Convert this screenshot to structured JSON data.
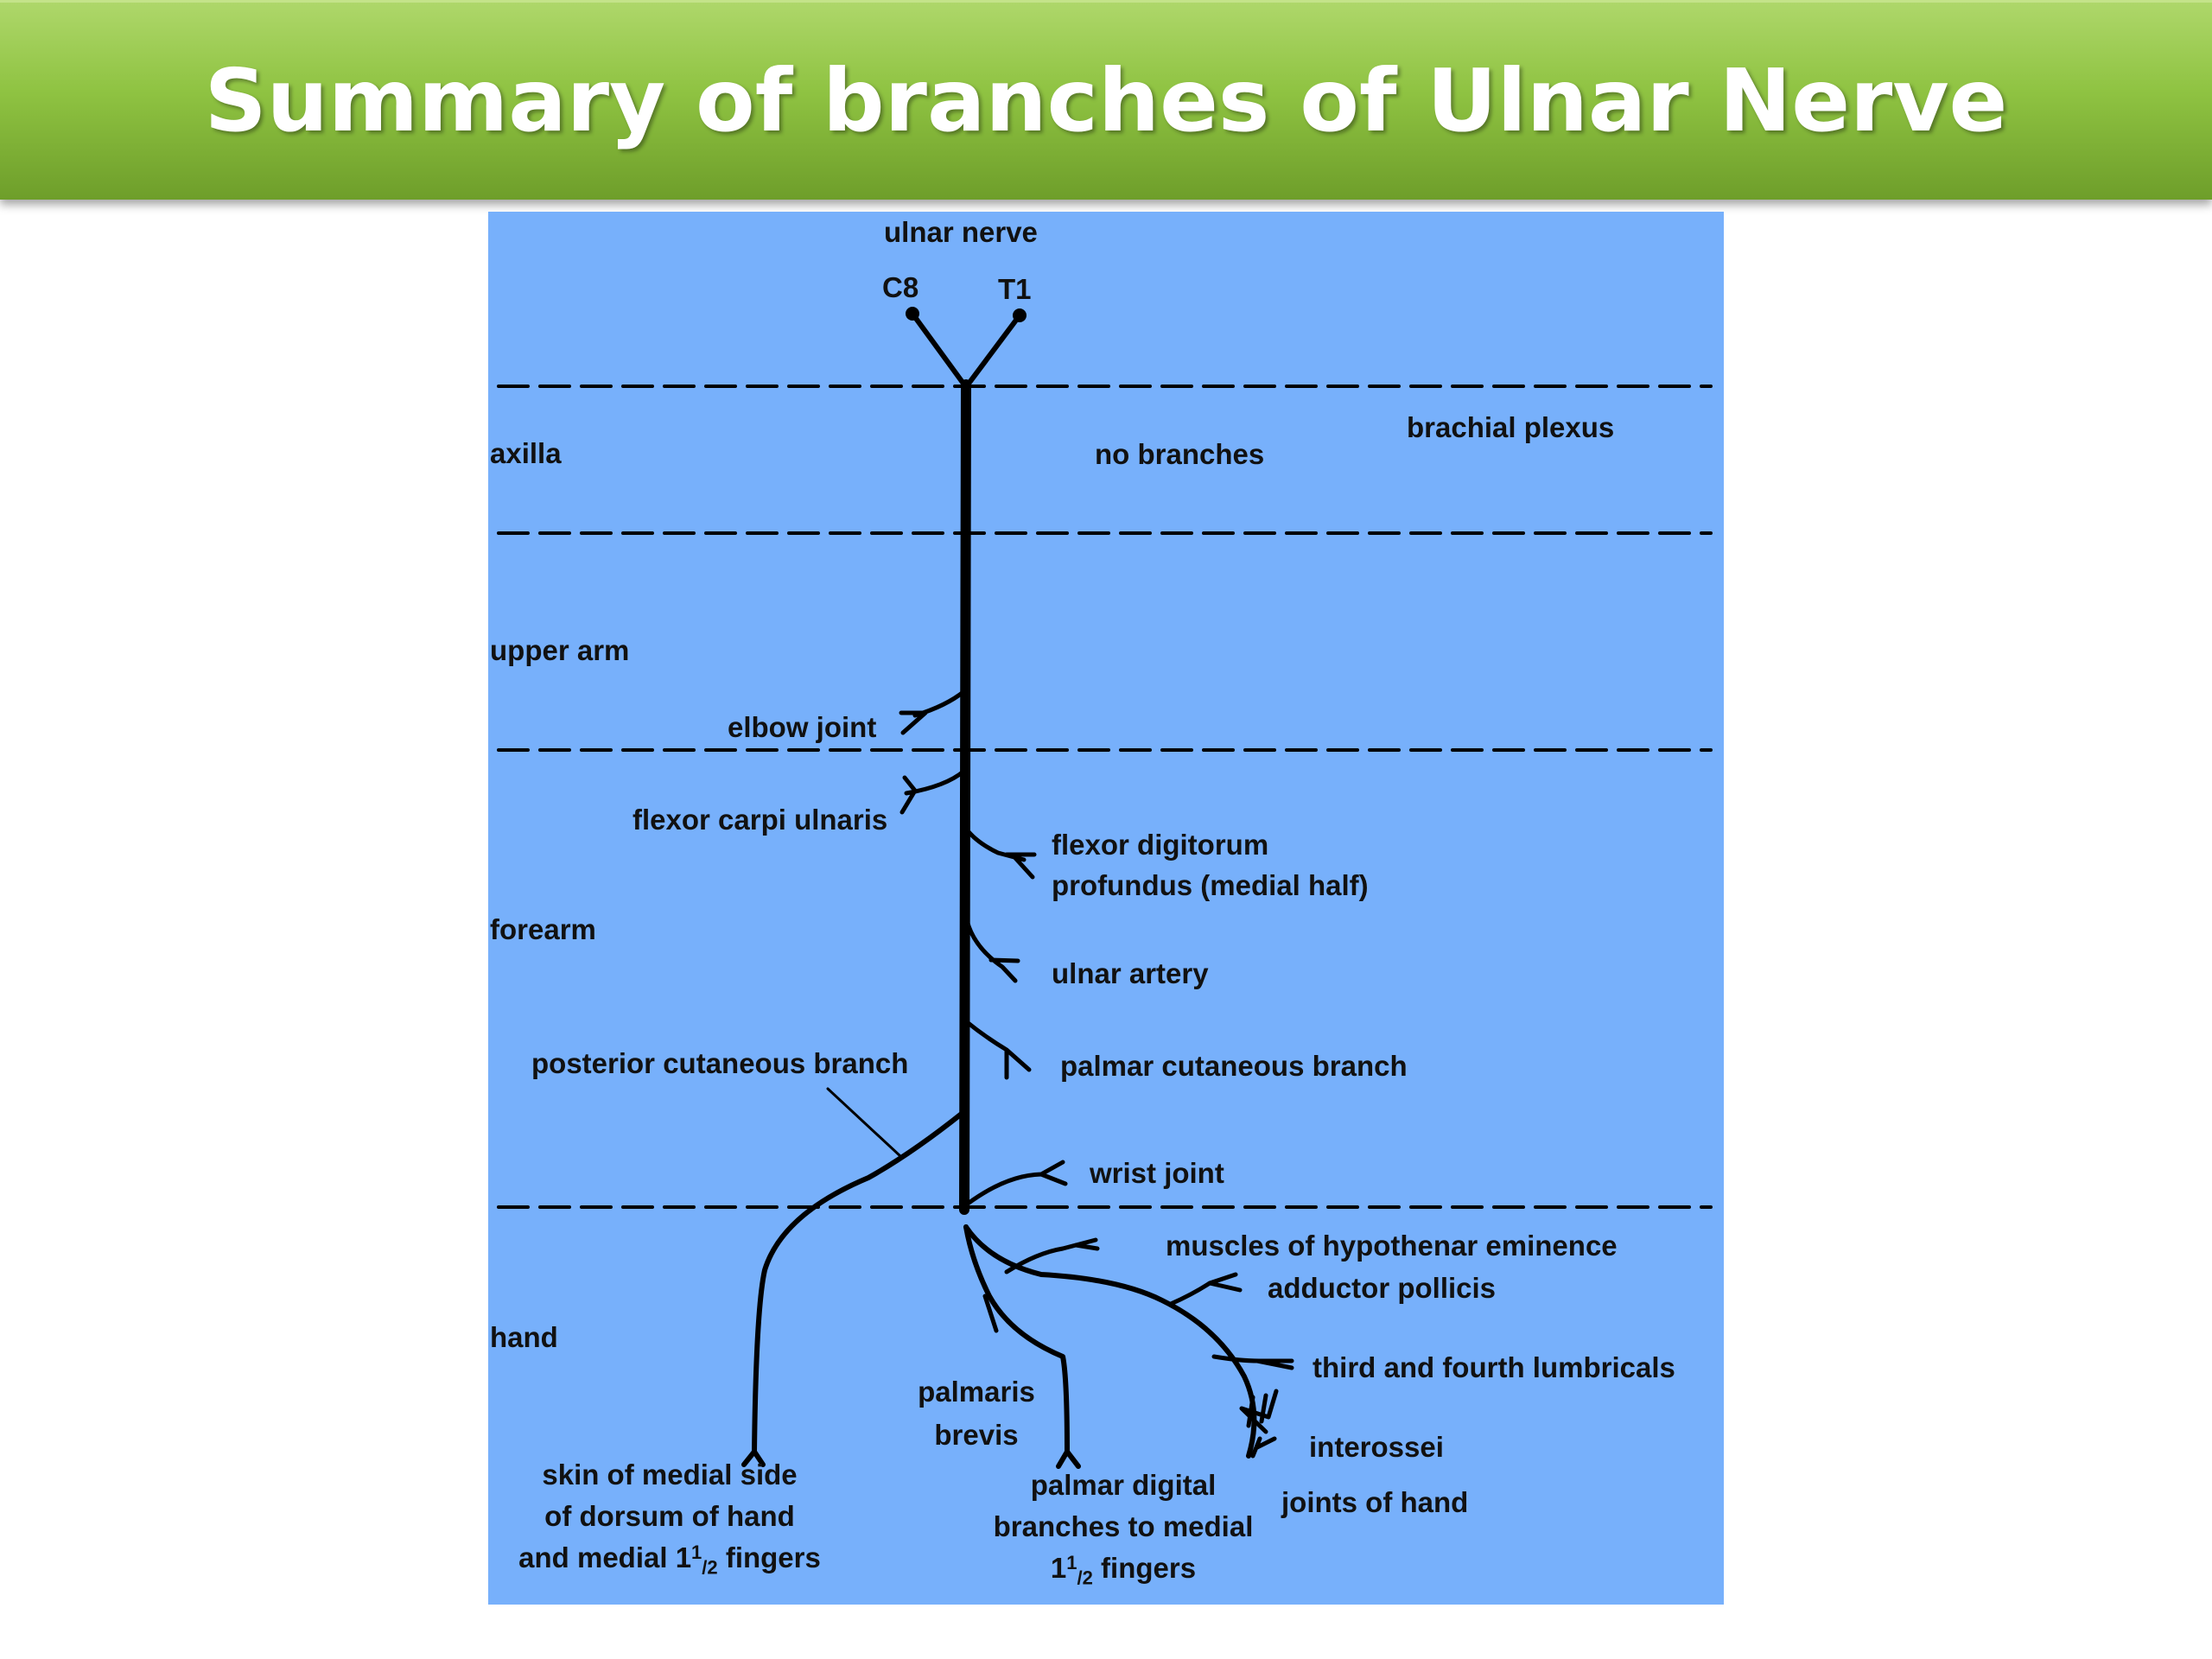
{
  "title": "Summary of branches of Ulnar Nerve",
  "diagram": {
    "nerve_label": "ulnar nerve",
    "roots": [
      "C8",
      "T1"
    ],
    "regions": [
      "axilla",
      "upper arm",
      "forearm",
      "hand"
    ],
    "branches": {
      "brachial_plexus": "brachial plexus",
      "no_branches": "no branches",
      "elbow_joint": "elbow joint",
      "flexor_carpi_ulnaris": "flexor carpi ulnaris",
      "fdp_line1": "flexor digitorum",
      "fdp_line2": "profundus (medial half)",
      "ulnar_artery": "ulnar artery",
      "posterior_cutaneous": "posterior cutaneous branch",
      "palmar_cutaneous": "palmar cutaneous branch",
      "wrist_joint": "wrist joint",
      "hypothenar": "muscles of hypothenar eminence",
      "adductor_pollicis": "adductor pollicis",
      "lumbricals": "third and fourth lumbricals",
      "interossei": "interossei",
      "joints_of_hand": "joints of hand",
      "palmaris_line1": "palmaris",
      "palmaris_line2": "brevis",
      "skin_line1": "skin of medial side",
      "skin_line2": "of dorsum of hand",
      "skin_line3_prefix": "and medial 1",
      "skin_line3_sup": "1",
      "skin_line3_sub": "/2",
      "skin_line3_suffix": " fingers",
      "digital_line1": "palmar digital",
      "digital_line2": "branches to medial",
      "digital_line3_prefix": "1",
      "digital_line3_sup": "1",
      "digital_line3_sub": "/2",
      "digital_line3_suffix": " fingers"
    }
  }
}
